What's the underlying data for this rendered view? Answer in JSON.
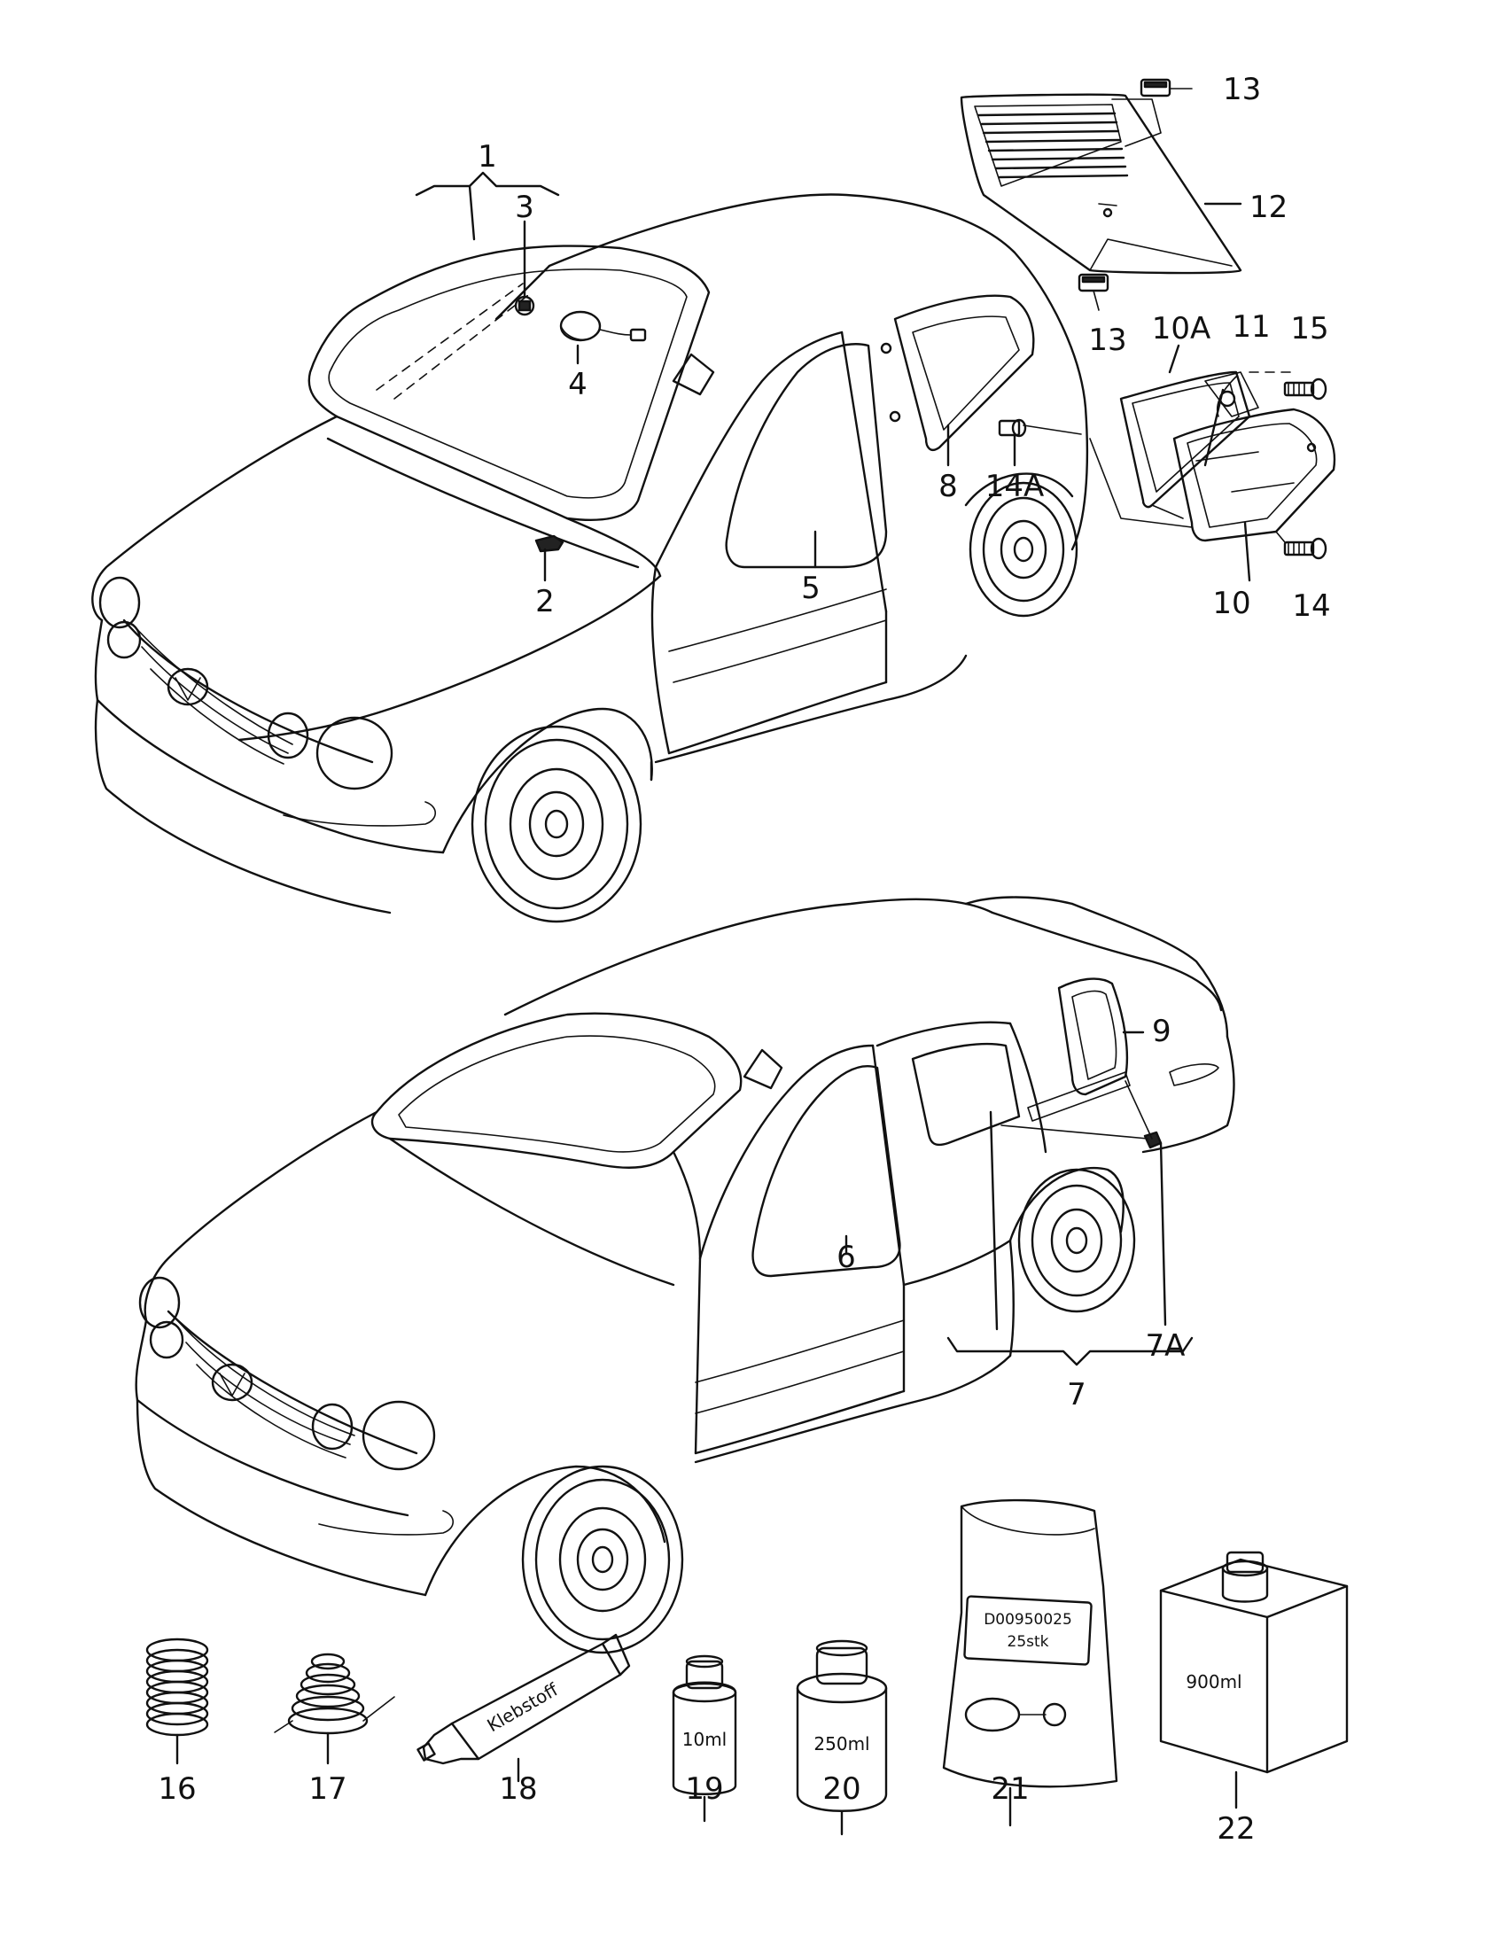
{
  "callouts": {
    "c1": "1",
    "c2": "2",
    "c3": "3",
    "c4": "4",
    "c5": "5",
    "c6": "6",
    "c7": "7",
    "c7a": "7A",
    "c8": "8",
    "c9": "9",
    "c10": "10",
    "c10a": "10A",
    "c11": "11",
    "c12": "12",
    "c13a": "13",
    "c13b": "13",
    "c14": "14",
    "c14a": "14A",
    "c15": "15",
    "c16": "16",
    "c17": "17",
    "c18": "18",
    "c19": "19",
    "c20": "20",
    "c21": "21",
    "c22": "22"
  },
  "product_labels": {
    "tube": "Klebstoff",
    "bottle_small": "10ml",
    "can": "250ml",
    "bag_code": "D00950025",
    "bag_qty": "25stk",
    "container": "900ml"
  }
}
